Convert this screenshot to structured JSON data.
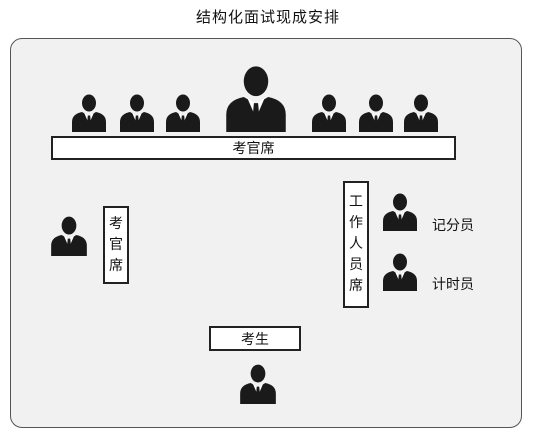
{
  "title": "结构化面试现成安排",
  "labels": {
    "examiner_top": "考官席",
    "examiner_side": "考官席",
    "staff": "工作人员席",
    "recorder": "记分员",
    "timer": "计时员",
    "candidate": "考生"
  },
  "icons": {
    "person": "person-in-suit-icon"
  },
  "colors": {
    "figure": "#1a1a1a",
    "room_bg": "#f1f1f1",
    "border": "#222222"
  }
}
